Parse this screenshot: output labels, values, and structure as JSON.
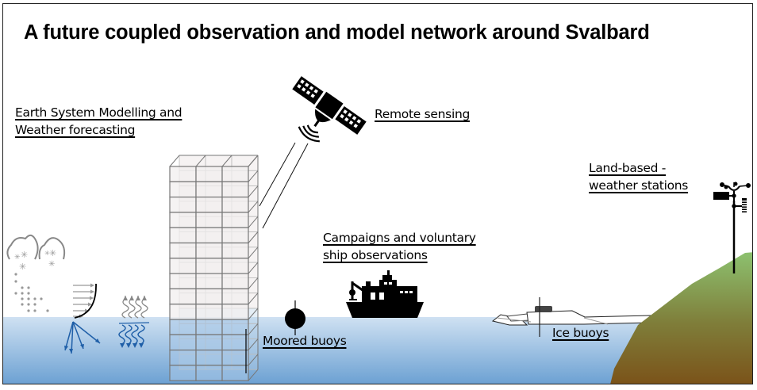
{
  "title": "A future coupled observation and model network around Svalbard",
  "labels": {
    "esm": [
      "Earth System Modelling and",
      "Weather forecasting"
    ],
    "remote_sensing": [
      "Remote sensing"
    ],
    "land_based": [
      "Land-based -",
      "weather stations"
    ],
    "campaigns": [
      "Campaigns and voluntary",
      "ship observations"
    ],
    "moored_buoys": [
      "Moored buoys"
    ],
    "ice_buoys": [
      "Ice buoys"
    ]
  },
  "icons": {
    "satellite": "satellite-icon",
    "clouds": "snow-cloud-icon",
    "wind_profile": "wind-profile-icon",
    "heat_flux": "heat-flux-icon",
    "model_grid": "model-grid-icon",
    "moored_buoy": "moored-buoy-icon",
    "ship": "research-ship-icon",
    "ice_buoy": "ice-buoy-icon",
    "weather_station": "weather-station-icon",
    "land": "land-hill"
  },
  "colors": {
    "ocean_top": "#c9ddf0",
    "ocean_bottom": "#5b97cf",
    "land_top": "#8cbf6e",
    "land_bottom": "#7a4f17",
    "flux_blue": "#1f5fa8",
    "grey": "#888888"
  }
}
